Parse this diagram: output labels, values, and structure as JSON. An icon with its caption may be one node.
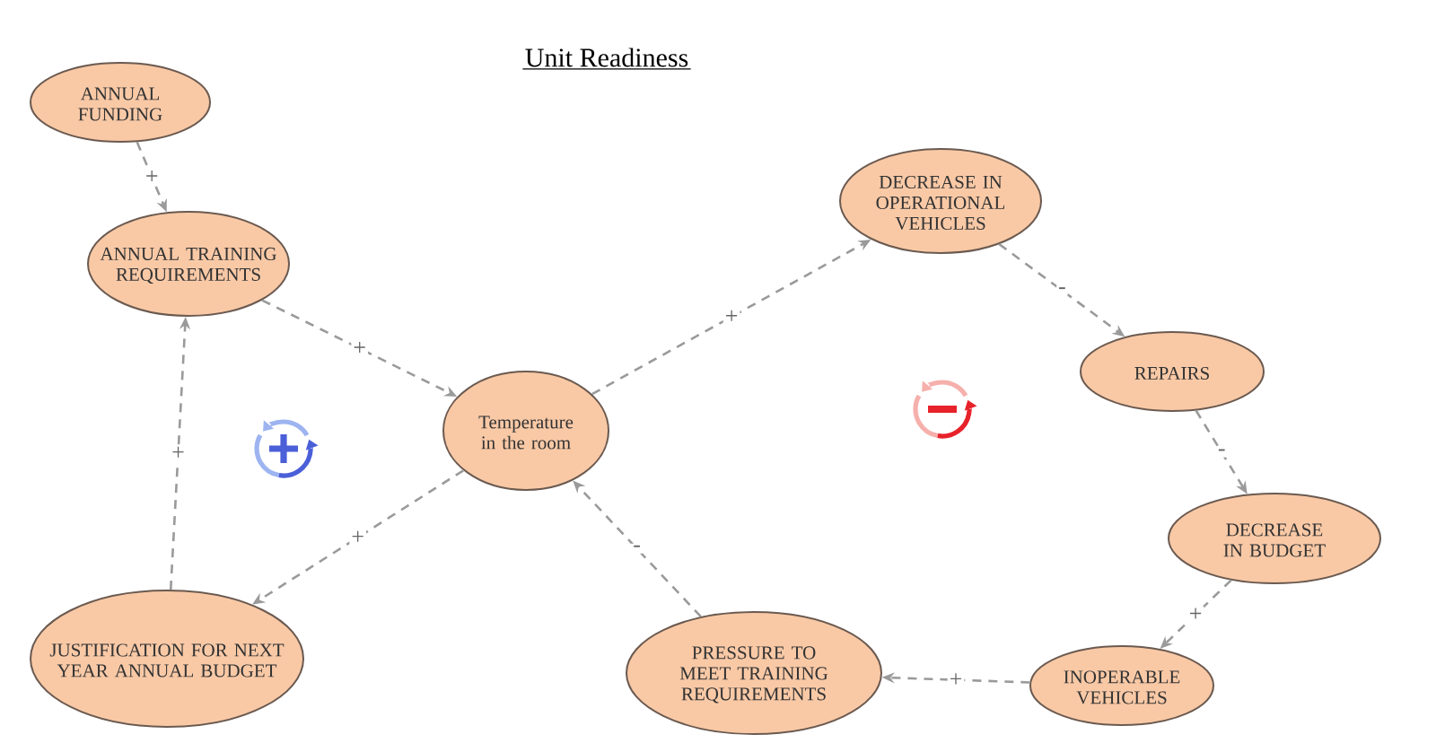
{
  "diagram": {
    "title": "Unit Readiness",
    "nodes": [
      {
        "text": [
          "ANNUAL FUNDING"
        ]
      },
      {
        "text": [
          "ANNUAL TRAINING REQUIREMENTS"
        ]
      },
      {
        "text": [
          "Temperature in the room"
        ]
      },
      {
        "text": [
          "DECREASE IN OPERATIONAL VEHICLES"
        ]
      },
      {
        "text": [
          "REPAIRS"
        ]
      },
      {
        "text": [
          "DECREASE IN BUDGET"
        ]
      },
      {
        "text": [
          "INOPERABLE VEHICLES"
        ]
      },
      {
        "text": [
          "PRESSURE TO MEET TRAINING REQUIREMENTS"
        ]
      },
      {
        "text": [
          "JUSTIFICATION FOR NEXT YEAR ANNUAL BUDGET"
        ]
      }
    ],
    "edges": [
      {
        "from": 0,
        "to": 1,
        "arrow": "to",
        "label": "+"
      },
      {
        "from": 1,
        "to": 2,
        "arrow": "to",
        "label": "+"
      },
      {
        "from": 2,
        "to": 3,
        "arrow": "to",
        "label": "+"
      },
      {
        "from": 3,
        "to": 4,
        "arrow": "to",
        "label": "-"
      },
      {
        "from": 4,
        "to": 5,
        "arrow": "to",
        "label": "-"
      },
      {
        "from": 5,
        "to": 6,
        "arrow": "to",
        "label": "+"
      },
      {
        "from": 6,
        "to": 7,
        "arrow": "to",
        "label": "+"
      },
      {
        "from": 7,
        "to": 2,
        "arrow": "to",
        "label": "-"
      },
      {
        "from": 2,
        "to": 8,
        "arrow": "to",
        "label": "+"
      },
      {
        "from": 8,
        "to": 1,
        "arrow": "to",
        "label": "+"
      }
    ]
  }
}
